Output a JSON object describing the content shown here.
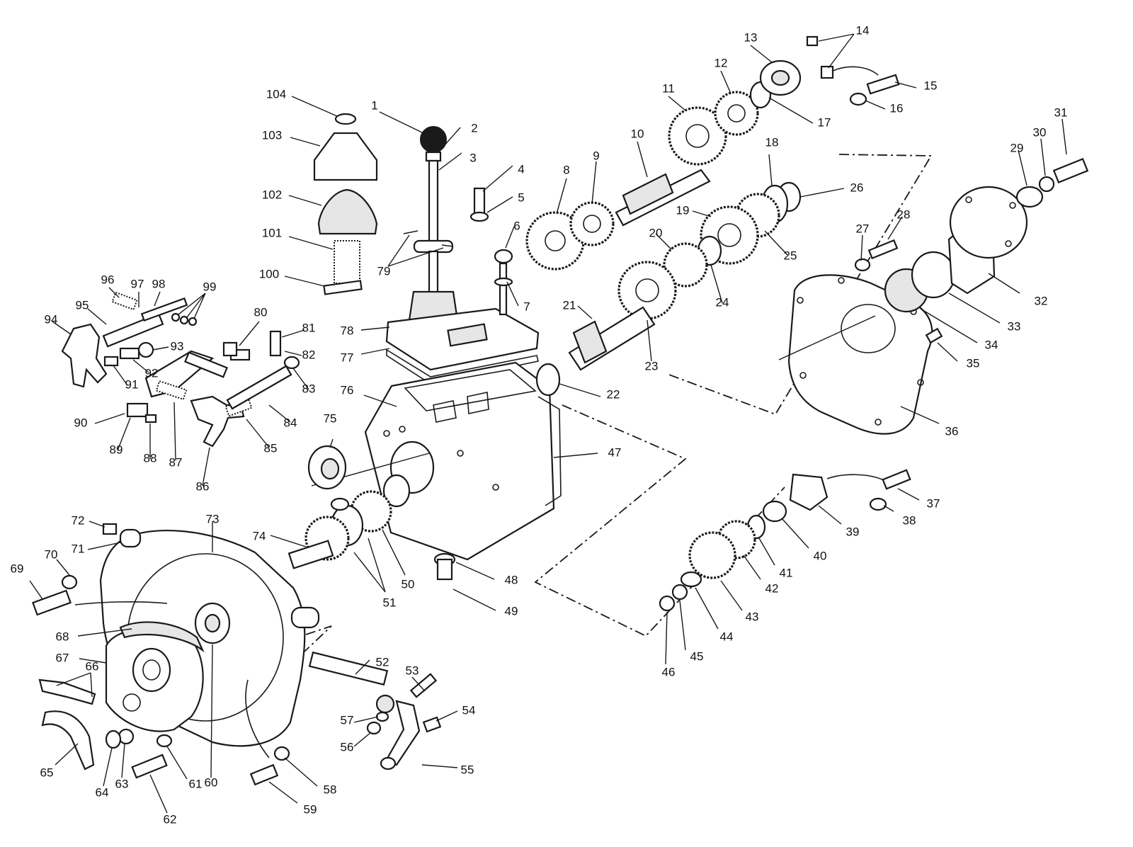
{
  "part_labels": [
    "1",
    "2",
    "3",
    "4",
    "5",
    "6",
    "7",
    "8",
    "9",
    "10",
    "11",
    "12",
    "13",
    "14",
    "15",
    "16",
    "17",
    "18",
    "19",
    "20",
    "21",
    "22",
    "23",
    "24",
    "25",
    "26",
    "27",
    "28",
    "29",
    "30",
    "31",
    "32",
    "33",
    "34",
    "35",
    "36",
    "37",
    "38",
    "39",
    "40",
    "41",
    "42",
    "43",
    "44",
    "45",
    "46",
    "47",
    "48",
    "49",
    "50",
    "51",
    "52",
    "53",
    "54",
    "55",
    "56",
    "57",
    "58",
    "59",
    "60",
    "61",
    "62",
    "63",
    "64",
    "65",
    "66",
    "67",
    "68",
    "69",
    "70",
    "71",
    "72",
    "73",
    "74",
    "75",
    "76",
    "77",
    "78",
    "79",
    "80",
    "81",
    "82",
    "83",
    "84",
    "85",
    "86",
    "87",
    "88",
    "89",
    "90",
    "91",
    "92",
    "93",
    "94",
    "95",
    "96",
    "97",
    "98",
    "99",
    "100",
    "101",
    "102",
    "103",
    "104"
  ],
  "colors": {
    "ink": "#1a1a1a",
    "paper": "#ffffff",
    "shade": "#e6e6e6"
  }
}
